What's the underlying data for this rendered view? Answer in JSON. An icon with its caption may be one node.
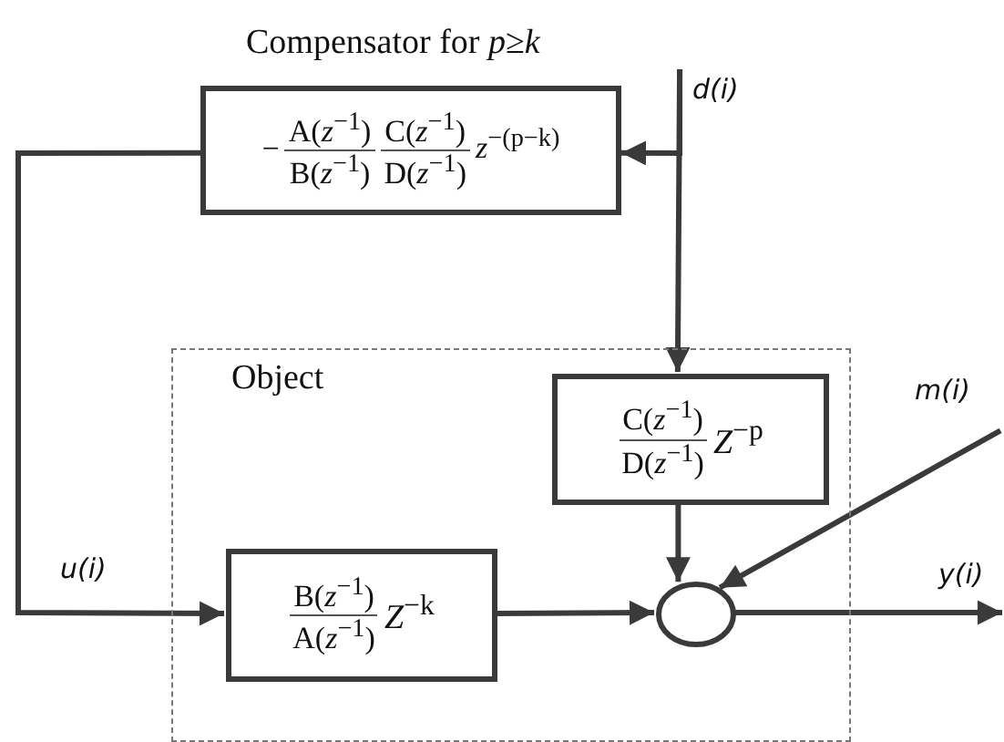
{
  "diagram": {
    "nodes": [
      {
        "text": [
          "Object"
        ]
      },
      {
        "text": [
          "−",
          "A(*z*$^{−1}$)",
          "B(*z*$^{−1}$)",
          "C(*z*$^{−1}$)",
          "D(*z*$^{−1}$)",
          "*z*$^{−(p−k)}$"
        ],
        "beside": [
          "Compensator for *p*≥*k*"
        ]
      },
      {
        "text": [
          "C(*z*$^{−1}$)",
          "D(*z*$^{−1}$)",
          "*Z*$^{−p}$"
        ],
        "in": 0
      },
      {
        "text": [
          "B(*z*$^{−1}$)",
          "A(*z*$^{−1}$)",
          "*Z*$^{−k}$"
        ],
        "in": 0
      },
      {
        "text": [],
        "shape": "circle",
        "in": 0
      },
      {
        "text": [
          "d(i)"
        ]
      },
      {
        "text": [
          "m(i)"
        ]
      }
    ],
    "edges": [
      {
        "from": 5,
        "to": 1,
        "arrow": "to"
      },
      {
        "from": 5,
        "to": 2,
        "arrow": "to"
      },
      {
        "from": 1,
        "to": 3,
        "arrow": "to",
        "label": "u(i)"
      },
      {
        "from": 3,
        "to": 4,
        "arrow": "to"
      },
      {
        "from": 2,
        "to": 4,
        "arrow": "to"
      },
      {
        "from": 6,
        "to": 4,
        "arrow": "to"
      },
      {
        "from": 4,
        "to": null,
        "arrow": "to",
        "label": "y(i)"
      }
    ]
  }
}
